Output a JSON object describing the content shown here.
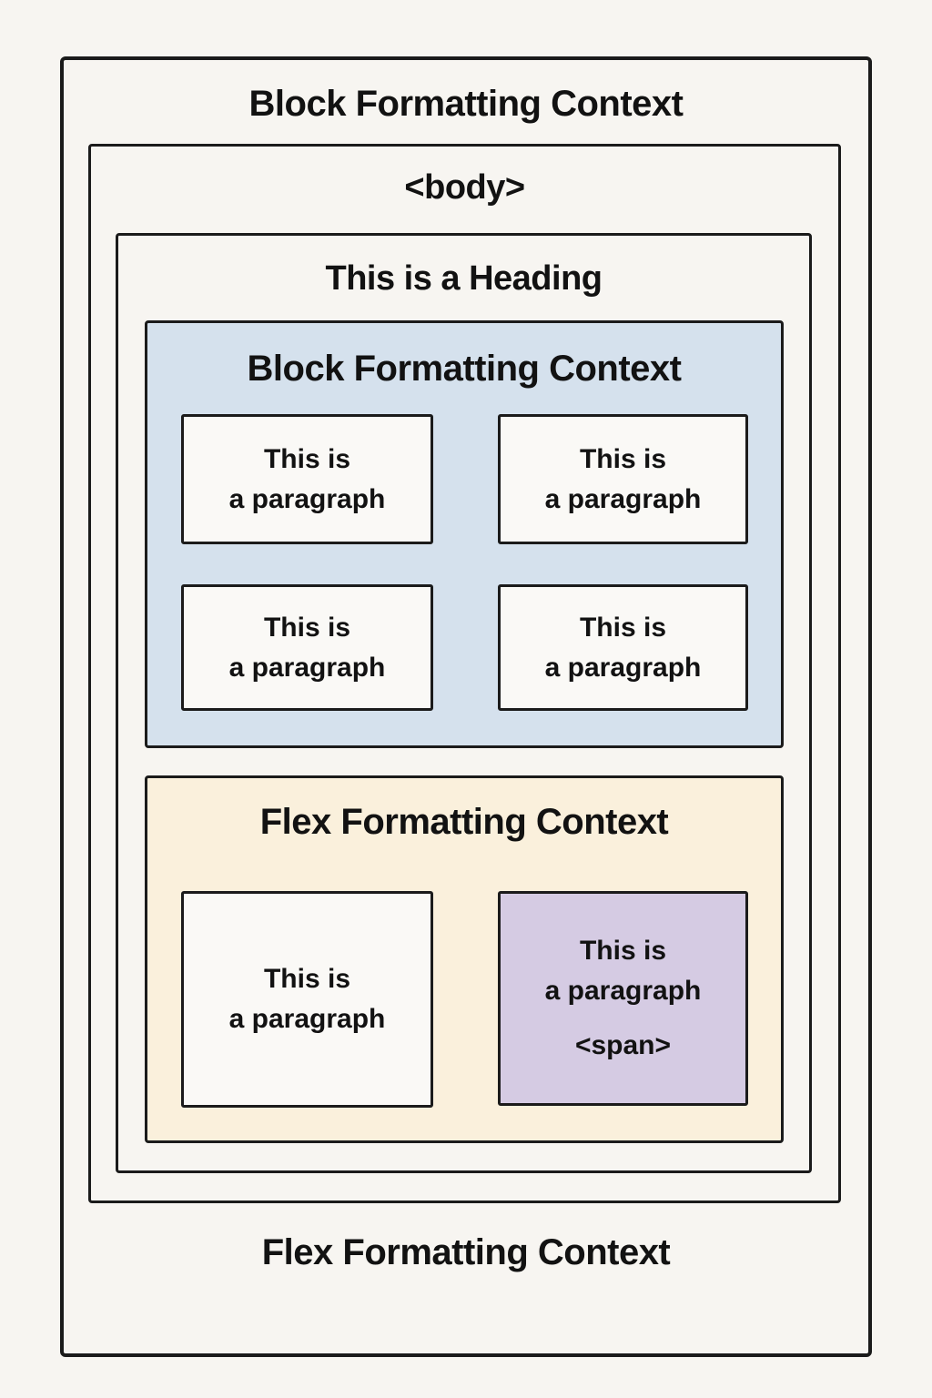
{
  "colors": {
    "page_bg": "#f7f5f1",
    "box_bg": "#faf9f6",
    "border": "#1b1b1b",
    "text": "#121212",
    "block_context_bg": "#d5e1ed",
    "flex_context_bg": "#faf0dc",
    "span_paragraph_bg": "#d5cbe3"
  },
  "outer_box": {
    "title": "Block Formatting Context",
    "footer_label": "Flex Formatting Context"
  },
  "body_box": {
    "tag_label": "<body>"
  },
  "heading_box": {
    "title": "This is a Heading"
  },
  "block_formatting_context": {
    "title": "Block Formatting Context",
    "paragraphs": [
      {
        "line1": "This is",
        "line2": "a paragraph"
      },
      {
        "line1": "This is",
        "line2": "a paragraph"
      },
      {
        "line1": "This is",
        "line2": "a paragraph"
      },
      {
        "line1": "This is",
        "line2": "a paragraph"
      }
    ]
  },
  "flex_formatting_context": {
    "title": "Flex Formatting Context",
    "plain_paragraph": {
      "line1": "This is",
      "line2": "a paragraph"
    },
    "span_paragraph": {
      "line1": "This is",
      "line2": "a paragraph",
      "tag_label": "<span>"
    }
  }
}
